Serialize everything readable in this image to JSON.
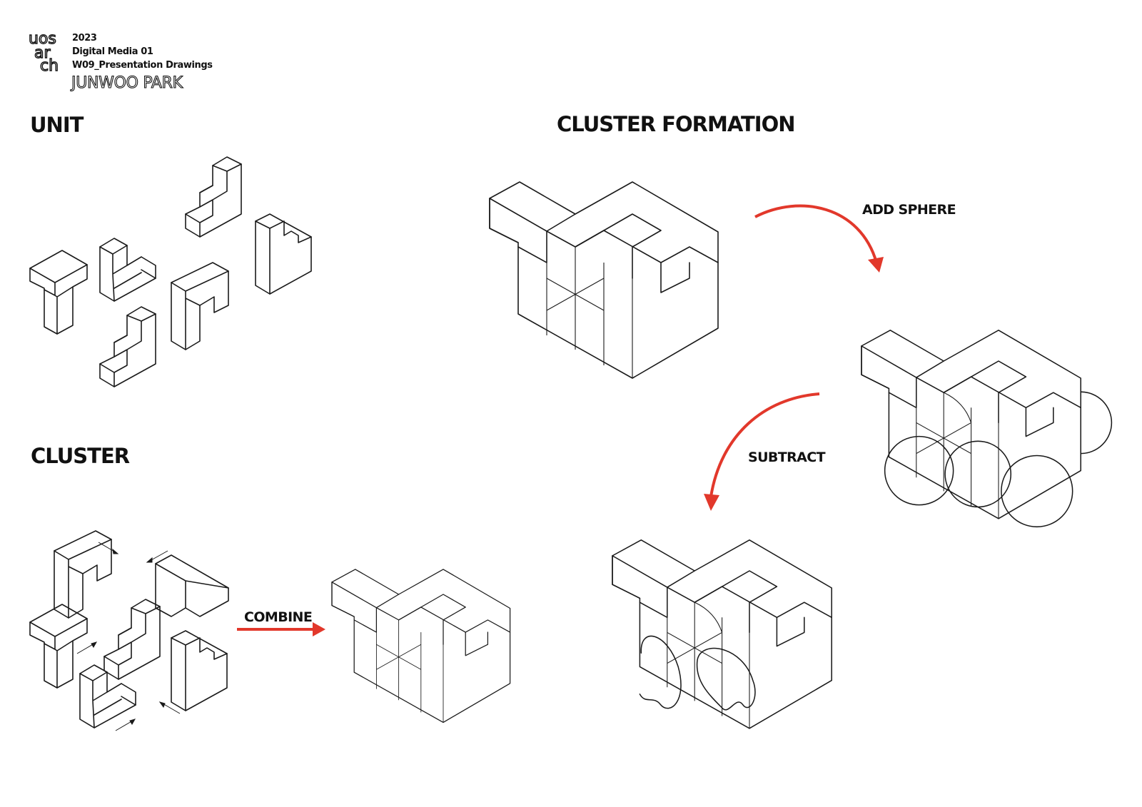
{
  "header": {
    "logo_parts": [
      "uos",
      "ar",
      "ch"
    ],
    "year": "2023",
    "course": "Digital Media 01",
    "assignment": "W09_Presentation Drawings",
    "author": "JUNWOO PARK"
  },
  "sections": {
    "unit": "UNIT",
    "cluster": "CLUSTER",
    "cluster_formation": "CLUSTER FORMATION"
  },
  "steps": {
    "combine": "COMBINE",
    "add_sphere": "ADD SPHERE",
    "subtract": "SUBTRACT"
  },
  "colors": {
    "arrow": "#e2382b",
    "line": "#1a1a1a",
    "background": "#ffffff"
  }
}
